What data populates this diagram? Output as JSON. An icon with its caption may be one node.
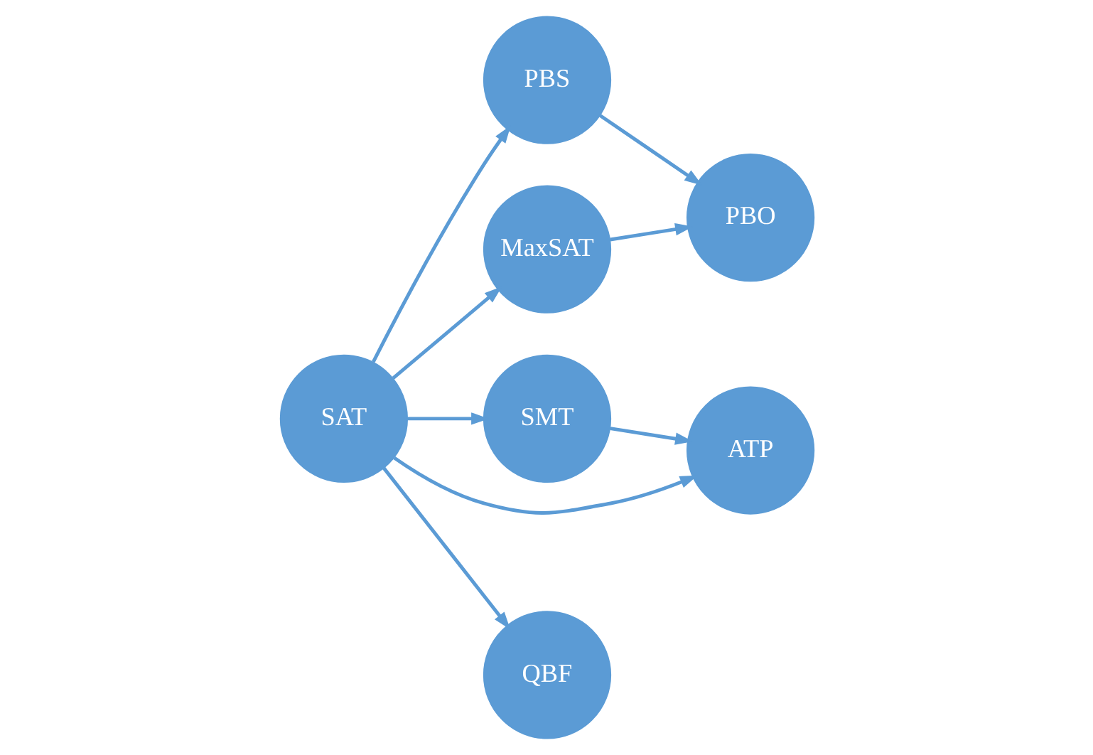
{
  "diagram": {
    "nodes": [
      {
        "text": [
          "PBS"
        ]
      },
      {
        "text": [
          "SMT"
        ]
      },
      {
        "text": [
          "PBO"
        ]
      },
      {
        "text": [
          "SAT"
        ]
      },
      {
        "text": [
          "MaxSAT"
        ]
      },
      {
        "text": [
          "ATP"
        ]
      },
      {
        "text": [
          "QBF"
        ]
      }
    ],
    "edges": [
      {
        "from": 3,
        "to": 1,
        "arrow": "to"
      },
      {
        "from": 3,
        "to": 0,
        "arrow": "to"
      },
      {
        "from": 3,
        "to": 5,
        "arrow": "to"
      },
      {
        "from": 3,
        "to": 6,
        "arrow": "to"
      },
      {
        "from": 3,
        "to": 4,
        "arrow": "to"
      },
      {
        "from": 1,
        "to": 5,
        "arrow": "to"
      },
      {
        "from": 0,
        "to": 2,
        "arrow": "to"
      },
      {
        "from": 4,
        "to": 2,
        "arrow": "to"
      }
    ]
  }
}
